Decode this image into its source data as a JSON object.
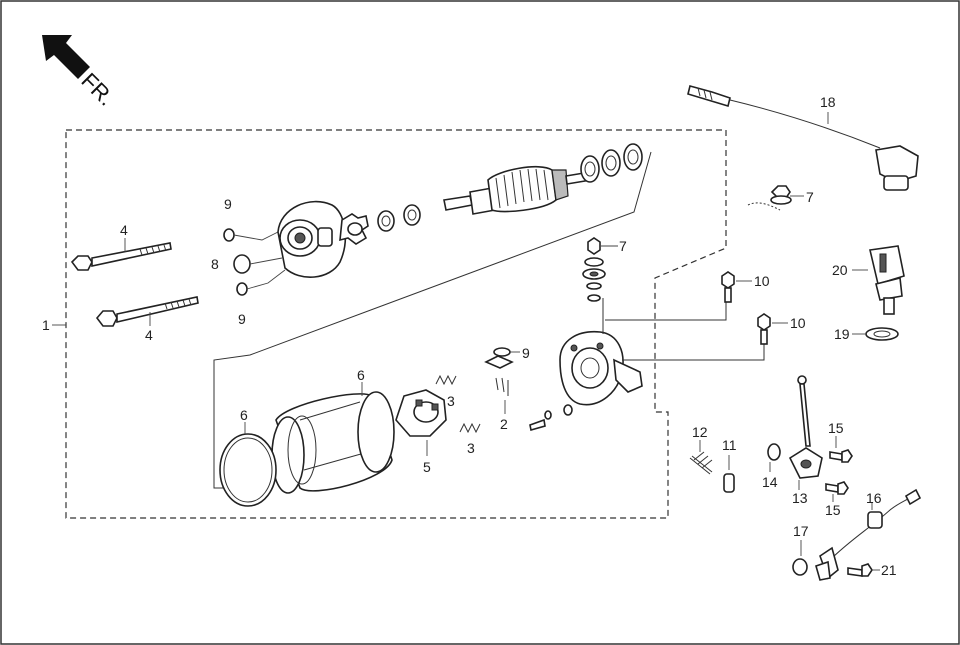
{
  "direction": {
    "label": "FR."
  },
  "callouts": {
    "c1": "1",
    "c2": "2",
    "c3a": "3",
    "c3b": "3",
    "c4a": "4",
    "c4b": "4",
    "c5": "5",
    "c6a": "6",
    "c6b": "6",
    "c7a": "7",
    "c7b": "7",
    "c8": "8",
    "c9a": "9",
    "c9b": "9",
    "c9c": "9",
    "c10a": "10",
    "c10b": "10",
    "c11": "11",
    "c12": "12",
    "c13": "13",
    "c14": "14",
    "c15a": "15",
    "c15b": "15",
    "c16": "16",
    "c17": "17",
    "c18": "18",
    "c19": "19",
    "c20": "20",
    "c21": "21"
  },
  "colors": {
    "line": "#222222",
    "fill": "#ffffff",
    "shade": "#bbbbbb"
  }
}
